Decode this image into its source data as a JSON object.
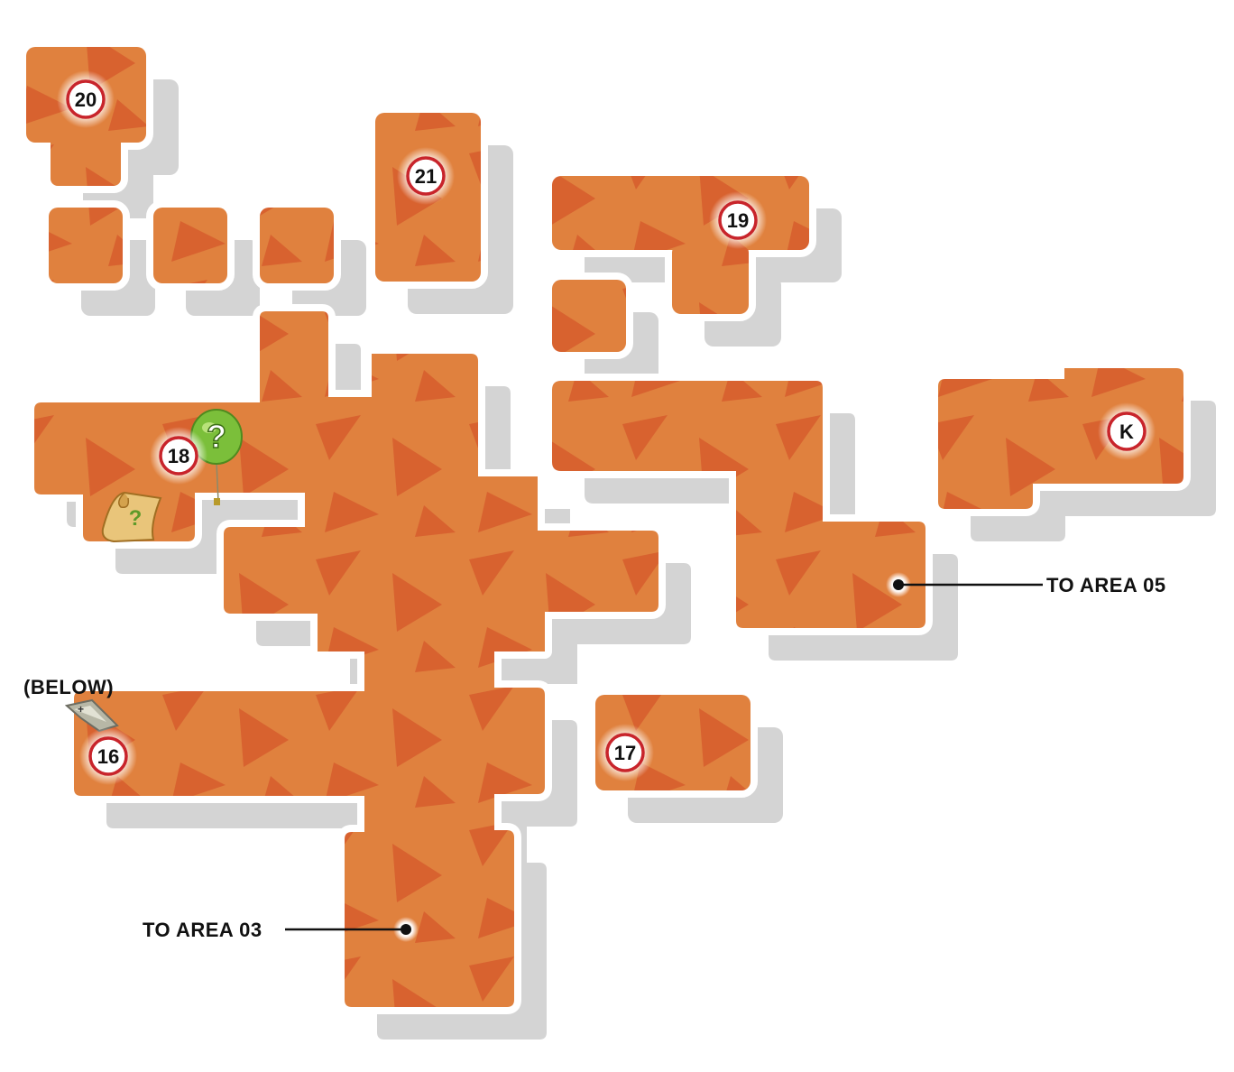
{
  "map": {
    "colors": {
      "room": "#e0813e",
      "room_pattern": "#d8622f",
      "outline": "#ffffff",
      "shadow": "#cfcfcf",
      "marker_ring": "#c8242b"
    },
    "markers": [
      {
        "id": "m20",
        "label": "20"
      },
      {
        "id": "m21",
        "label": "21"
      },
      {
        "id": "m19",
        "label": "19"
      },
      {
        "id": "mK",
        "label": "K"
      },
      {
        "id": "m18",
        "label": "18"
      },
      {
        "id": "m16",
        "label": "16"
      },
      {
        "id": "m17",
        "label": "17"
      }
    ],
    "exits": {
      "area05": "TO AREA 05",
      "area03": "TO AREA 03"
    },
    "note_below": "(BELOW)",
    "icons": [
      "mystery-balloon-icon",
      "treasure-map-scroll-icon",
      "blueprint-item-icon"
    ]
  }
}
